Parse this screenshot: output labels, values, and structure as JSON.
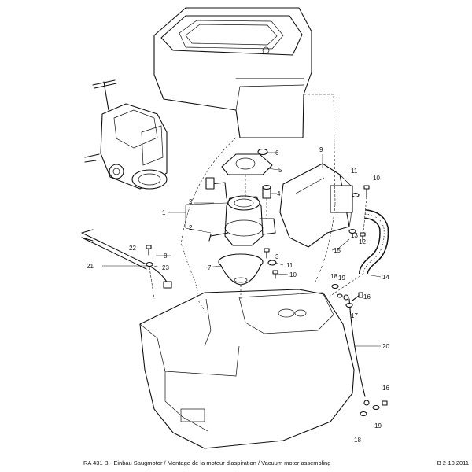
{
  "footer": {
    "title": "RA 431 B - Einbau Saugmotor / Montage de la moteur d'aspiration / Vacuum motor assembling",
    "ref": "B 2-10.2011"
  },
  "callouts": [
    {
      "id": "c1",
      "label": "1"
    },
    {
      "id": "c2a",
      "label": "2"
    },
    {
      "id": "c2b",
      "label": "2"
    },
    {
      "id": "c3",
      "label": "3"
    },
    {
      "id": "c4",
      "label": "4"
    },
    {
      "id": "c5",
      "label": "5"
    },
    {
      "id": "c6",
      "label": "6"
    },
    {
      "id": "c7",
      "label": "7"
    },
    {
      "id": "c8",
      "label": "8"
    },
    {
      "id": "c9",
      "label": "9"
    },
    {
      "id": "c10a",
      "label": "10"
    },
    {
      "id": "c10b",
      "label": "10"
    },
    {
      "id": "c11a",
      "label": "11"
    },
    {
      "id": "c11b",
      "label": "11"
    },
    {
      "id": "c12",
      "label": "12"
    },
    {
      "id": "c13",
      "label": "13"
    },
    {
      "id": "c14",
      "label": "14"
    },
    {
      "id": "c15",
      "label": "15"
    },
    {
      "id": "c16a",
      "label": "16"
    },
    {
      "id": "c16b",
      "label": "16"
    },
    {
      "id": "c17",
      "label": "17"
    },
    {
      "id": "c18a",
      "label": "18"
    },
    {
      "id": "c18b",
      "label": "18"
    },
    {
      "id": "c19a",
      "label": "19"
    },
    {
      "id": "c19b",
      "label": "19"
    },
    {
      "id": "c20",
      "label": "20"
    },
    {
      "id": "c21",
      "label": "21"
    },
    {
      "id": "c22",
      "label": "22"
    },
    {
      "id": "c23",
      "label": "23"
    }
  ]
}
